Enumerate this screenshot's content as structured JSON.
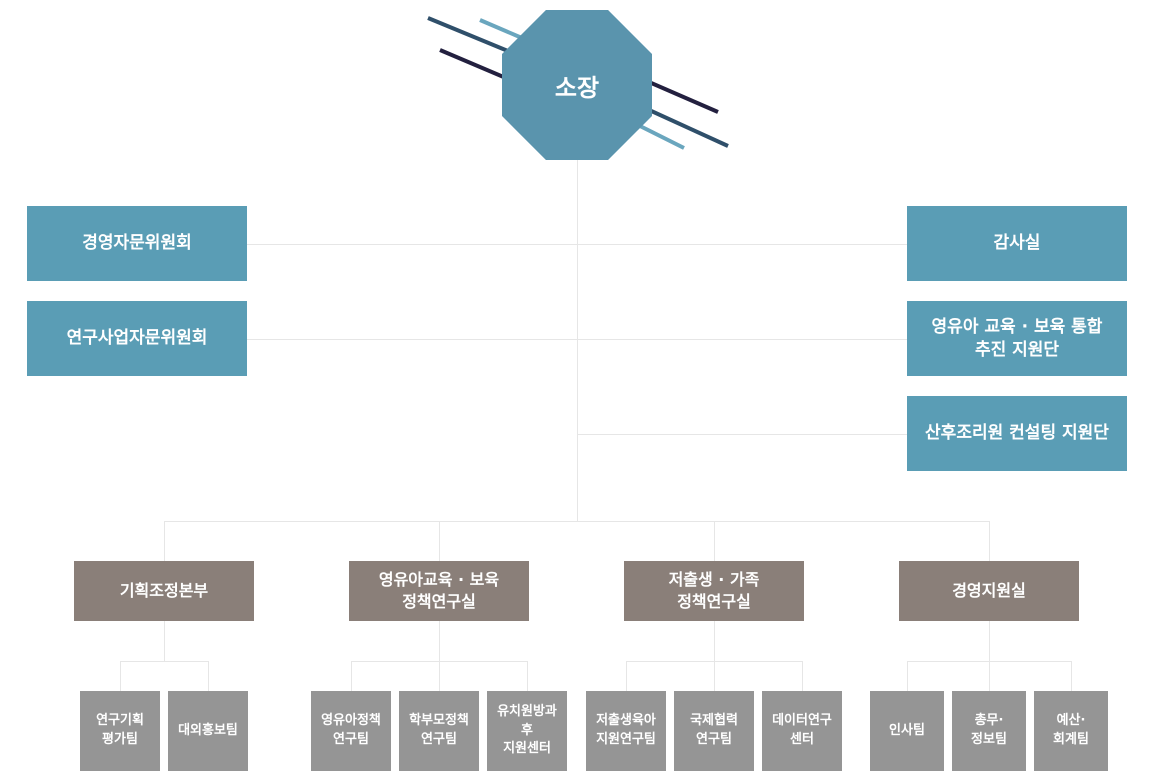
{
  "director": "소장",
  "left_committees": [
    "경영자문위원회",
    "연구사업자문위원회"
  ],
  "right_units": [
    "감사실",
    "영유아 교육 · 보육 통합\n추진 지원단",
    "산후조리원 컨설팅 지원단"
  ],
  "divisions": [
    {
      "name": "기획조정본부",
      "teams": [
        "연구기획\n평가팀",
        "대외홍보팀"
      ]
    },
    {
      "name": "영유아교육 · 보육\n정책연구실",
      "teams": [
        "영유아정책\n연구팀",
        "학부모정책\n연구팀",
        "유치원방과\n후\n지원센터"
      ]
    },
    {
      "name": "저출생 · 가족\n정책연구실",
      "teams": [
        "저출생육아\n지원연구팀",
        "국제협력\n연구팀",
        "데이터연구\n센터"
      ]
    },
    {
      "name": "경영지원실",
      "teams": [
        "인사팀",
        "총무·\n정보팀",
        "예산·\n회계팀"
      ]
    }
  ],
  "colors": {
    "teal": "#5a9db5",
    "octagon": "#5a94ad",
    "brown": "#8a7f79",
    "gray": "#959595",
    "line": "#e6e6e6"
  }
}
